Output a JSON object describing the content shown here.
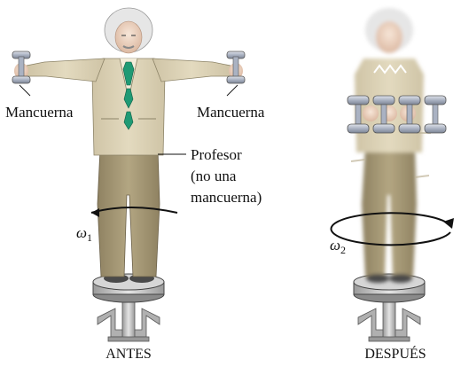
{
  "labels": {
    "dumbbell_left": "Mancuerna",
    "dumbbell_right": "Mancuerna",
    "professor_line1": "Profesor",
    "professor_line2": "(no una",
    "professor_line3": "mancuerna)",
    "omega1_symbol": "ω",
    "omega1_subscript": "1",
    "omega2_symbol": "ω",
    "omega2_subscript": "2",
    "before": "ANTES",
    "after": "DESPUÉS"
  },
  "colors": {
    "jacket": "#d9cfb3",
    "pants": "#a89a78",
    "skin": "#f0d7c4",
    "hair": "#e6e6e6",
    "tie": "#1f9a74",
    "dumbbell": "#aab2c2",
    "platform": "#c9c9c9",
    "shoes": "#4a4a4a"
  },
  "icons": [
    "dumbbell-icon",
    "rotation-arrow-icon",
    "turntable-icon"
  ]
}
